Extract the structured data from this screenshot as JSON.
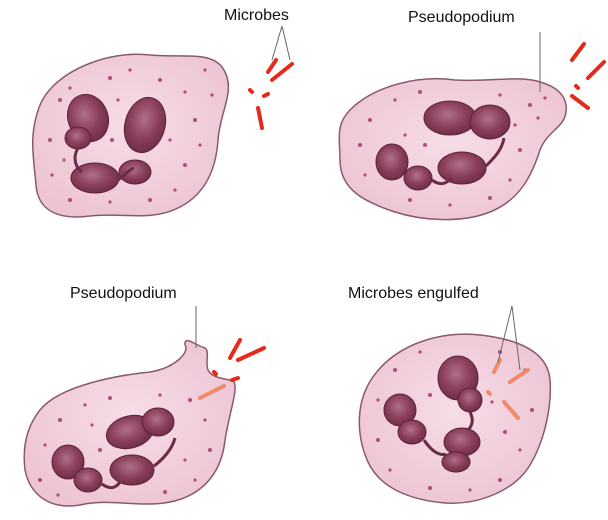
{
  "labels": {
    "microbes": "Microbes",
    "pseudopodium_top": "Pseudopodium",
    "pseudopodium_bottom": "Pseudopodium",
    "microbes_engulfed": "Microbes engulfed"
  },
  "colors": {
    "cytoplasm": "#f1cfdc",
    "membrane": "#8a5a6a",
    "nucleus": "#8a3f5c",
    "nucleus_dark": "#6b2a45",
    "granule": "#b05070",
    "microbe": "#e62a1a",
    "microbe_engulfed": "#ef8a6a",
    "leader_line": "#666666"
  }
}
